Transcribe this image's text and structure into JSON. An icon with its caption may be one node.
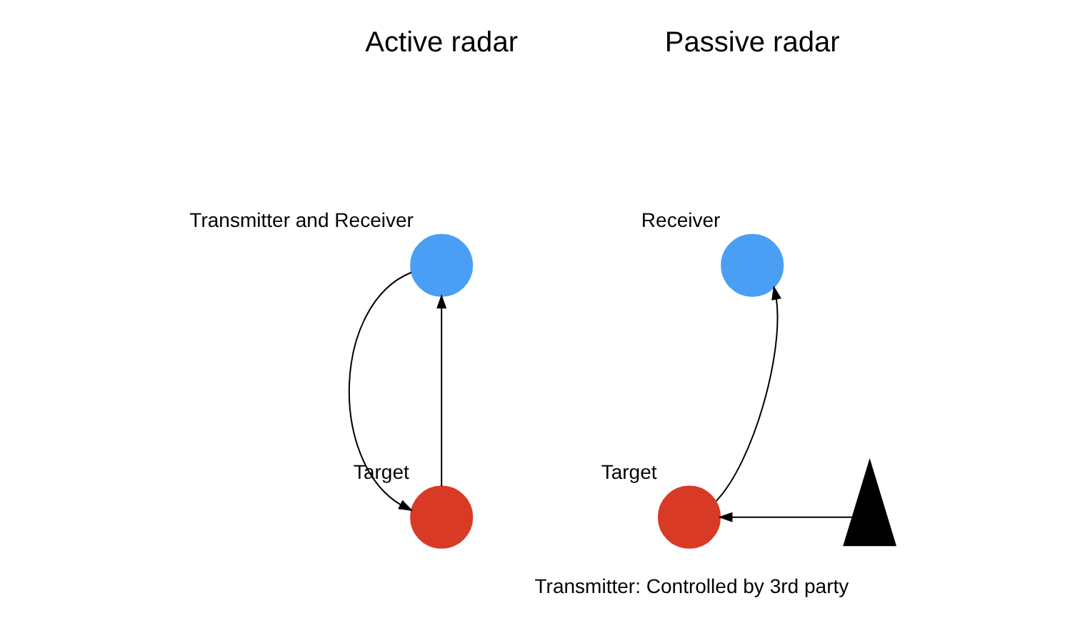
{
  "diagram": {
    "nodes": [
      {
        "text": [],
        "shape": "circle",
        "beside": [
          "Transmitter and Receiver"
        ]
      },
      {
        "text": [],
        "shape": "circle",
        "beside": [
          "Target"
        ]
      },
      {
        "text": [],
        "shape": "circle",
        "beside": [
          "Receiver"
        ]
      },
      {
        "text": [],
        "shape": "circle",
        "beside": [
          "Target"
        ]
      },
      {
        "text": [],
        "shape": "triangle",
        "beside": [
          "Transmitter: Controlled by 3rd party"
        ]
      }
    ],
    "edges": [
      {
        "from": 0,
        "to": 1,
        "arrow": "to"
      },
      {
        "from": 1,
        "to": 0,
        "arrow": "to"
      },
      {
        "from": 3,
        "to": 2,
        "arrow": "to"
      },
      {
        "from": 4,
        "to": 3,
        "arrow": "to"
      }
    ],
    "labels": [
      "Active radar",
      "Passive radar"
    ]
  }
}
